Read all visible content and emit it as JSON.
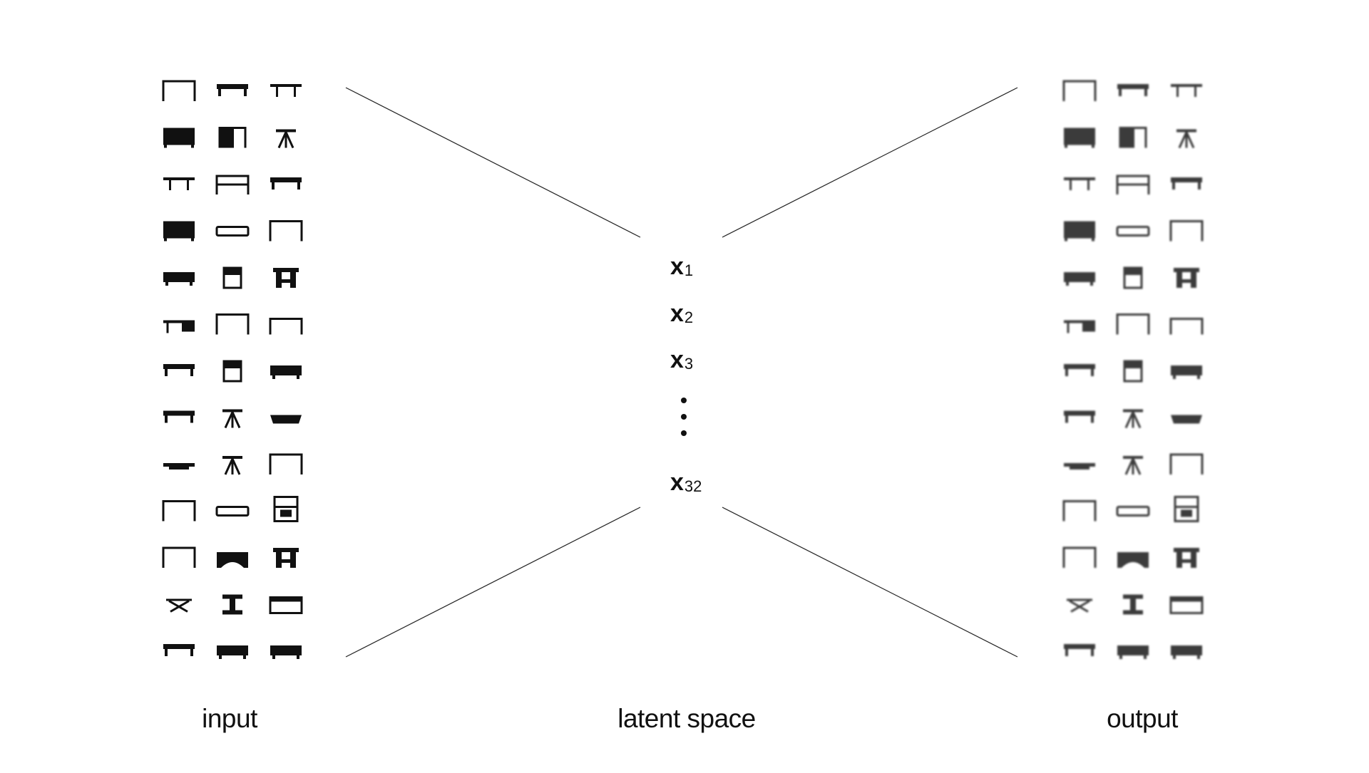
{
  "labels": {
    "input": "input",
    "latent": "latent space",
    "output": "output"
  },
  "latent_variables": [
    {
      "base": "x",
      "sub": "1"
    },
    {
      "base": "x",
      "sub": "2"
    },
    {
      "base": "x",
      "sub": "3"
    },
    {
      "base": "x",
      "sub": "32"
    }
  ],
  "grid": {
    "rows": 13,
    "cols": 3,
    "icon_semantic": "table-silhouette-icon",
    "icon_codes": [
      "F",
      "T",
      "t",
      "D",
      "C",
      "S",
      "t",
      "P",
      "T",
      "D",
      "R",
      "F",
      "B",
      "N",
      "X",
      "L",
      "F",
      "f",
      "T",
      "N",
      "B",
      "T",
      "S",
      "K",
      "b",
      "S",
      "F",
      "F",
      "R",
      "H",
      "F",
      "A",
      "X",
      "W",
      "I",
      "E",
      "T",
      "B",
      "B"
    ]
  },
  "colors": {
    "ink": "#111111",
    "background": "#ffffff"
  }
}
